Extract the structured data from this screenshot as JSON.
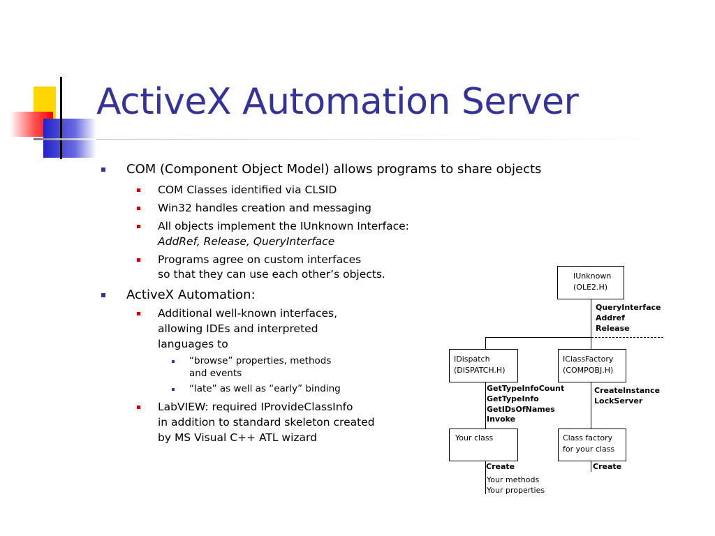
{
  "slide": {
    "title": "ActiveX Automation Server",
    "bullets": {
      "com": "COM (Component Object Model) allows programs to share objects",
      "com_sub": [
        "COM Classes identified via CLSID",
        "Win32 handles creation and messaging",
        "All objects implement the IUnknown Interface:",
        "AddRef, Release, QueryInterface",
        "Programs agree on custom interfaces",
        "so that they can use each other’s objects."
      ],
      "activex": "ActiveX Automation:",
      "activex_sub": [
        "Additional well-known interfaces,",
        "allowing IDEs and interpreted",
        "languages to"
      ],
      "activex_sub_sub": [
        "“browse” properties, methods",
        "and events",
        "“late” as well as “early” binding"
      ],
      "labview": [
        "LabVIEW: required IProvideClassInfo",
        "in addition to standard skeleton created",
        "by MS Visual C++ ATL wizard"
      ]
    }
  },
  "diagram": {
    "iunknown": [
      "IUnknown",
      "(OLE2.H)"
    ],
    "iunknown_methods": [
      "QueryInterface",
      "Addref",
      "Release"
    ],
    "idispatch": [
      "IDispatch",
      "(DISPATCH.H)"
    ],
    "iclassfactory": [
      "IClassFactory",
      "(COMPOBJ.H)"
    ],
    "idispatch_methods": [
      "GetTypeInfoCount",
      "GetTypeInfo",
      "GetIDsOfNames",
      "Invoke"
    ],
    "iclassfactory_methods": [
      "CreateInstance",
      "LockServer"
    ],
    "your_class": "Your class",
    "class_factory": [
      "Class factory",
      "for your class"
    ],
    "create_left": "Create",
    "create_right": "Create",
    "your_members": [
      "Your methods",
      "Your properties"
    ]
  }
}
